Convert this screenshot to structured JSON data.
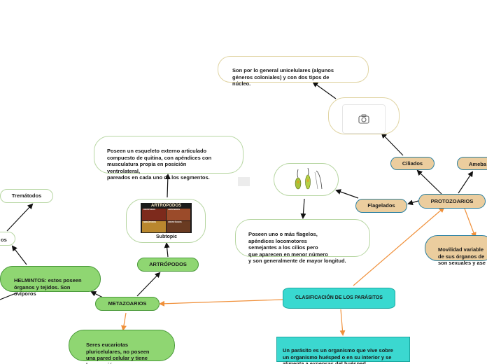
{
  "root": {
    "label": "CLASIFICACIÓN DE LOS PARÁSITOS"
  },
  "definition": {
    "text": "Un parásito es un organismo que vive sobre\nun organismo huésped o en su interior y se\nalimenta a expensas del huésped."
  },
  "protozoarios": {
    "label": "PROTOZOARIOS",
    "note": "Movilidad variable\nde sus órganos de\nson sexuales y ase",
    "ciliados": {
      "label": "Ciliados",
      "description": "Son por lo general unicelulares (algunos\ngéneros coloniales) y con dos tipos de\nnúcleo."
    },
    "amebas": {
      "label": "Ameba"
    },
    "flagelados": {
      "label": "Flagelados",
      "description": "Poseen uno o más flagelos,\n apéndices locomotores\nsemejantes a los cilios pero\n que aparecen en menor número\ny son generalmente de mayor longitud."
    }
  },
  "metazoarios": {
    "label": "METAZOARIOS",
    "description": "Seres eucariotas\npluricelulares, no poseen\nuna pared celular y tiene\nlocomoción.",
    "helmintos": {
      "text": "HELMINTOS: estos poseen\n órganos y tejidos. Son\novíporos",
      "trematodos": "Tremátodos",
      "partial_label": "os"
    },
    "artropodos": {
      "label": "ARTRÓPODOS",
      "subtopic": "Subtopic",
      "image": {
        "title": "ARTRÓPODOS",
        "cells": [
          "DIRÁPODOS",
          "ARÁCNIDOS",
          "MIRIÁPODOS",
          "CRUSTÁCEOS"
        ]
      },
      "description": "Poseen un esqueleto externo articulado\ncompuesto de quitina, con apéndices con\nmusculatura propia en posición\nventrolateral,\npareados en cada uno de los segmentos."
    }
  },
  "colors": {
    "green_fill": "#8fd672",
    "tan_fill": "#ebcd9e",
    "teal_fill": "#39d9d0",
    "orange_link": "#f0903a",
    "black_link": "#111111"
  }
}
